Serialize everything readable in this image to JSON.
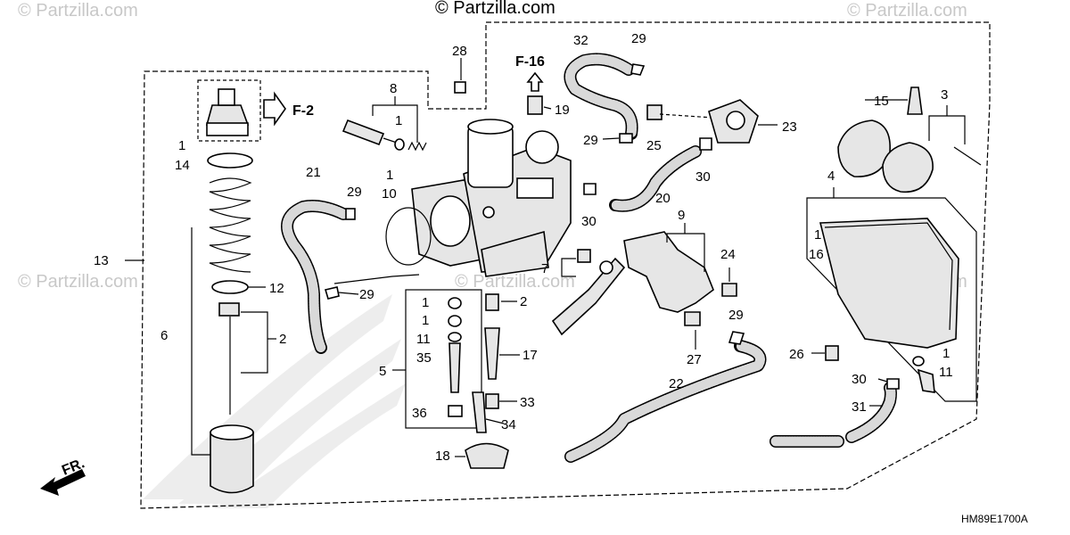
{
  "watermarks": {
    "top_center": "© Partzilla.com",
    "faint": "© Partzilla.com"
  },
  "diagram_code": "HM89E1700A",
  "direction_label": "FR.",
  "references": [
    "F-2",
    "F-16"
  ],
  "callouts": {
    "c1a": "1",
    "c14": "14",
    "c13": "13",
    "c12": "12",
    "c2a": "2",
    "c6": "6",
    "c8": "8",
    "c1b": "1",
    "c28": "28",
    "c21": "21",
    "c29a": "29",
    "c1c": "1",
    "c10": "10",
    "c29b": "29",
    "c1d": "1",
    "c1e": "1",
    "c11a": "11",
    "c35": "35",
    "c5": "5",
    "c36": "36",
    "c2b": "2",
    "c17": "17",
    "c33": "33",
    "c34": "34",
    "c18": "18",
    "c7": "7",
    "c32": "32",
    "c29c": "29",
    "c19": "19",
    "c29d": "29",
    "c25": "25",
    "c23": "23",
    "c30a": "30",
    "c20": "20",
    "c30b": "30",
    "c9": "9",
    "c24": "24",
    "c27": "27",
    "c29e": "29",
    "c22": "22",
    "c15": "15",
    "c3": "3",
    "c4": "4",
    "c1f": "1",
    "c16": "16",
    "c26": "26",
    "c1g": "1",
    "c11b": "11",
    "c30c": "30",
    "c31": "31"
  }
}
